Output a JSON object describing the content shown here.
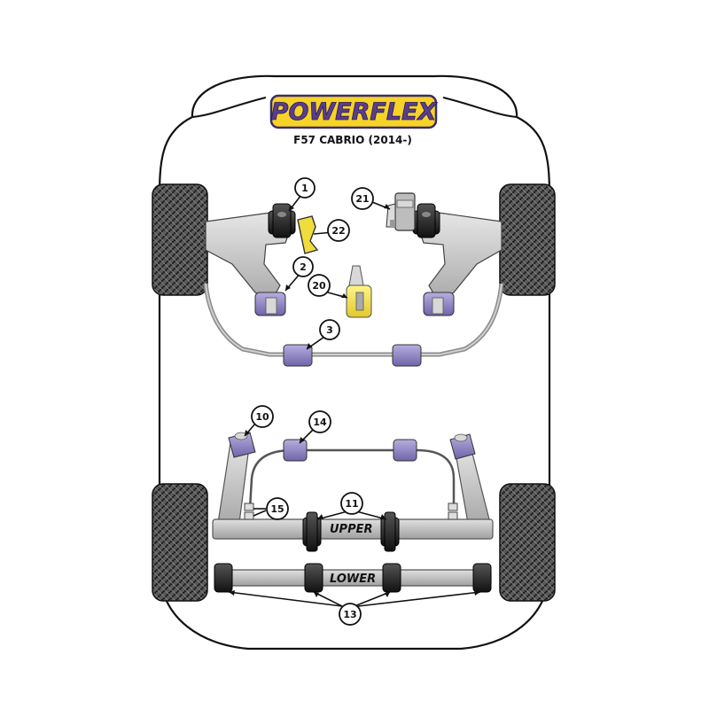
{
  "logo": {
    "brand": "POWERFLEX",
    "model": "F57 CABRIO (2014-)"
  },
  "callouts": [
    "1",
    "2",
    "3",
    "10",
    "11",
    "13",
    "14",
    "15",
    "20",
    "21",
    "22"
  ],
  "labels": {
    "upper": "UPPER",
    "lower": "LOWER"
  },
  "colors": {
    "bush_purple": "#8f84c0",
    "bush_black": "#222222",
    "bush_yellow": "#f0dc3c",
    "arm_grey": "#c8c8c8",
    "logo_yellow": "#f6d327",
    "logo_purple": "#5a3d8c"
  }
}
